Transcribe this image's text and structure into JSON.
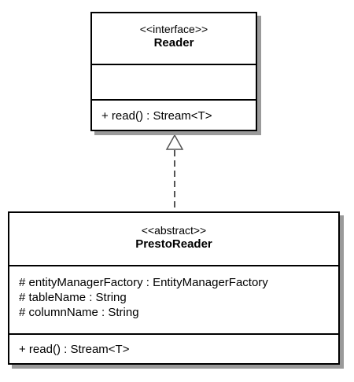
{
  "reader": {
    "stereotype": "<<interface>>",
    "name": "Reader",
    "attributes": [],
    "operations": [
      "+ read() : Stream<T>"
    ]
  },
  "presto_reader": {
    "stereotype": "<<abstract>>",
    "name": "PrestoReader",
    "attributes": [
      "# entityManagerFactory : EntityManagerFactory",
      "# tableName : String",
      "# columnName : String"
    ],
    "operations": [
      "+ read() : Stream<T>"
    ]
  },
  "relationship": {
    "type": "realization",
    "from": "PrestoReader",
    "to": "Reader"
  },
  "colors": {
    "border": "#000000",
    "shadow": "#9a9a9a",
    "connector": "#555555",
    "background": "#ffffff"
  }
}
